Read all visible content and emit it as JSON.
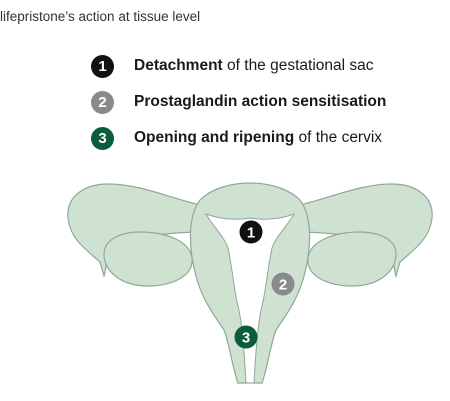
{
  "title": "lifepristone’s action at tissue level",
  "legend": [
    {
      "number": "1",
      "bold": "Detachment",
      "rest": " of the gestational sac",
      "color": "#111111"
    },
    {
      "number": "2",
      "bold": "Prostaglandin action sensitisation",
      "rest": "",
      "color": "#8a8a8a"
    },
    {
      "number": "3",
      "bold": "Opening and ripening",
      "rest": " of the cervix",
      "color": "#0a5c3a"
    }
  ],
  "markers": [
    {
      "number": "1",
      "color": "#111111"
    },
    {
      "number": "2",
      "color": "#8a8a8a"
    },
    {
      "number": "3",
      "color": "#0a5c3a"
    }
  ],
  "colors": {
    "tissue_fill": "#cfe2d2",
    "tissue_stroke": "#8fa898",
    "cavity": "#ffffff"
  }
}
